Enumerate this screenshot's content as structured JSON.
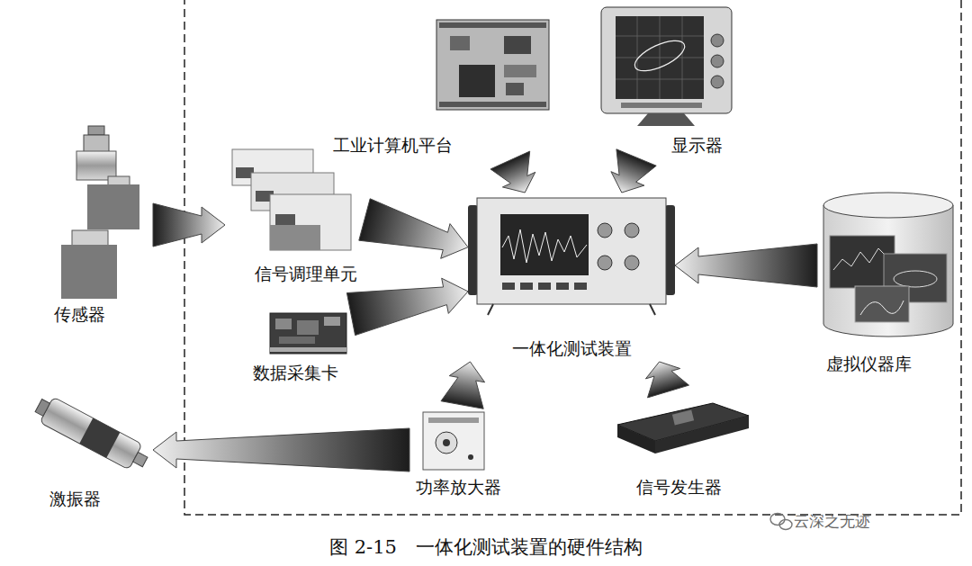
{
  "diagram": {
    "caption": "图 2-15　一体化测试装置的硬件结构",
    "nodes": [
      {
        "text": [
          "工业计算机平台"
        ]
      },
      {
        "text": [
          "显示器"
        ]
      },
      {
        "text": [
          "传感器"
        ]
      },
      {
        "text": [
          "信号调理单元"
        ]
      },
      {
        "text": [
          "一体化测试装置"
        ]
      },
      {
        "text": [
          "虚拟仪器库"
        ]
      },
      {
        "text": [
          "数据采集卡"
        ]
      },
      {
        "text": [
          "激振器"
        ]
      },
      {
        "text": [
          "功率放大器"
        ]
      },
      {
        "text": [
          "信号发生器"
        ]
      }
    ],
    "edges": [
      {
        "from": 2,
        "to": 3,
        "arrow": "to"
      },
      {
        "from": 0,
        "to": 4,
        "arrow": "to"
      },
      {
        "from": 1,
        "to": 4,
        "arrow": "to"
      },
      {
        "from": 3,
        "to": 4,
        "arrow": "to"
      },
      {
        "from": 6,
        "to": 4,
        "arrow": "to"
      },
      {
        "from": 5,
        "to": 4,
        "arrow": "to"
      },
      {
        "from": 8,
        "to": 4,
        "arrow": "to"
      },
      {
        "from": 9,
        "to": 4,
        "arrow": "to"
      },
      {
        "from": 8,
        "to": 7,
        "arrow": "to"
      }
    ],
    "labels": [
      "云深之无迹"
    ]
  }
}
